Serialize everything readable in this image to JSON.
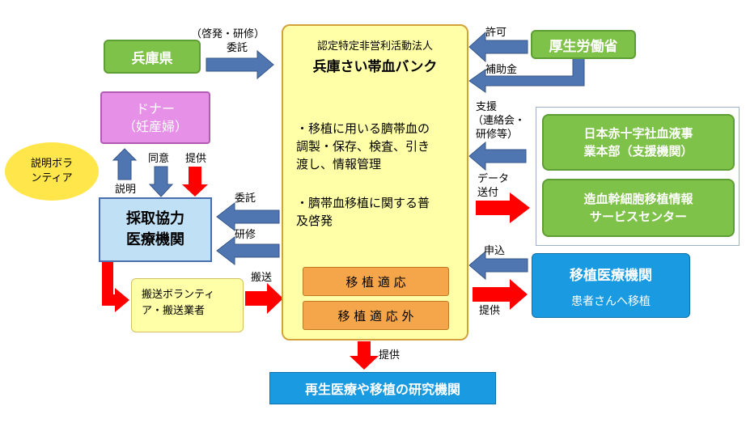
{
  "hyogo_pref": "兵庫県",
  "mhlw": "厚生労働省",
  "center": {
    "org_type": "認定特定非営利活動法人",
    "org_name": "兵庫さい帯血バンク",
    "duty1_line1": "・移植に用いる臍帯血の",
    "duty1_line2": "調製・保存、検査、引き",
    "duty1_line3": "渡し、情報管理",
    "duty2_line1": "・臍帯血移植に関する普",
    "duty2_line2": "及啓発",
    "applicable": "移 植 適 応",
    "not_applicable": "移 植 適 応 外"
  },
  "donor_line1": "ドナー",
  "donor_line2": "（妊産婦）",
  "explain_volunteer_line1": "説明ボラ",
  "explain_volunteer_line2": "ンティア",
  "collection_line1": "採取協力",
  "collection_line2": "医療機関",
  "transport_line1": "搬送ボランティ",
  "transport_line2": "ア・搬送業者",
  "red_cross_line1": "日本赤十字社血液事",
  "red_cross_line2": "業本部（支援機関）",
  "info_center_line1": "造血幹細胞移植情報",
  "info_center_line2": "サービスセンター",
  "transplant_inst": "移植医療機関",
  "transplant_sub": "患者さんへ移植",
  "research": "再生医療や移植の研究機関",
  "labels": {
    "enlighten": "（啓発・研修）",
    "entrust1": "委託",
    "permit": "許可",
    "subsidy": "補助金",
    "support1": "支援",
    "support2": "（連絡会・",
    "support3": "研修等）",
    "data1": "データ",
    "data2": "送付",
    "entrust2": "委託",
    "training": "研修",
    "consent": "同意",
    "provide1": "提供",
    "explain": "説明",
    "transport": "搬送",
    "apply": "申込",
    "provide2": "提供",
    "provide3": "提供"
  },
  "colors": {
    "green": "#7fc24a",
    "blue_arrow": "#4f76b0",
    "red_arrow": "#ff0000",
    "center_fill": "#ffffa8"
  }
}
